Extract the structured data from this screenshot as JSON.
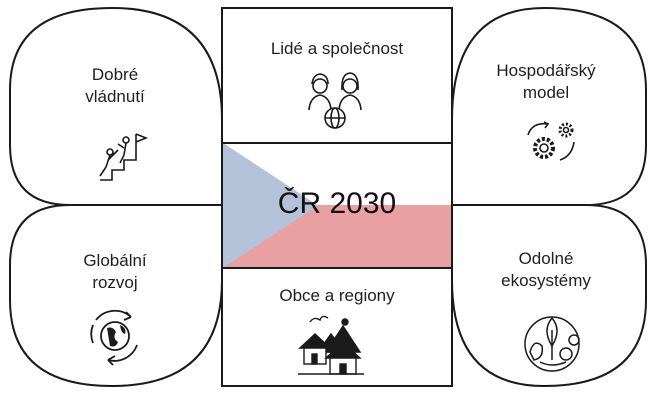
{
  "center": {
    "title": "ČR 2030",
    "top_label": "Lidé a společnost",
    "bottom_label": "Obce a regiony",
    "flag": {
      "white": "#ffffff",
      "red": "#e8a0a2",
      "blue": "#b3c2d8"
    }
  },
  "petals": {
    "top_left": {
      "label": "Dobré\nvládnutí",
      "icon": "climbing-people-flag-icon"
    },
    "top_right": {
      "label": "Hospodářský\nmodel",
      "icon": "gears-icon"
    },
    "bottom_left": {
      "label": "Globální\nrozvoj",
      "icon": "globe-cycle-icon"
    },
    "bottom_right": {
      "label": "Odolné\nekosystémy",
      "icon": "ecosystem-icon"
    }
  },
  "center_icons": {
    "top": "people-globe-icon",
    "bottom": "village-icon"
  },
  "colors": {
    "line": "#1a1a1a",
    "text": "#1f1f1f"
  }
}
